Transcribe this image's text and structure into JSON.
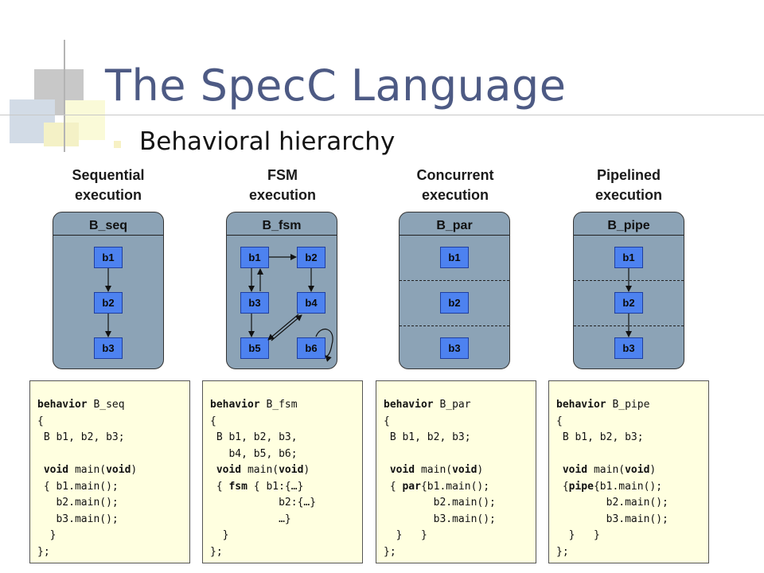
{
  "slide": {
    "title": "The SpecC Language",
    "bullet": "Behavioral hierarchy"
  },
  "columns": [
    {
      "heading": [
        "Sequential",
        "execution"
      ],
      "box_title": "B_seq",
      "nodes": [
        "b1",
        "b2",
        "b3"
      ],
      "code": [
        [
          [
            "behavior",
            true
          ],
          [
            " B_seq",
            false
          ]
        ],
        [
          [
            "{",
            false
          ]
        ],
        [
          [
            " B b1, b2, b3;",
            false
          ]
        ],
        [
          [
            "",
            false
          ]
        ],
        [
          [
            " ",
            false
          ],
          [
            "void",
            true
          ],
          [
            " main(",
            false
          ],
          [
            "void",
            true
          ],
          [
            ")",
            false
          ]
        ],
        [
          [
            " { b1.main();",
            false
          ]
        ],
        [
          [
            "   b2.main();",
            false
          ]
        ],
        [
          [
            "   b3.main();",
            false
          ]
        ],
        [
          [
            "  }",
            false
          ]
        ],
        [
          [
            "};",
            false
          ]
        ]
      ]
    },
    {
      "heading": [
        "FSM",
        "execution"
      ],
      "box_title": "B_fsm",
      "nodes": [
        "b1",
        "b2",
        "b3",
        "b4",
        "b5",
        "b6"
      ],
      "code": [
        [
          [
            "behavior",
            true
          ],
          [
            " B_fsm",
            false
          ]
        ],
        [
          [
            "{",
            false
          ]
        ],
        [
          [
            " B b1, b2, b3,",
            false
          ]
        ],
        [
          [
            "   b4, b5, b6;",
            false
          ]
        ],
        [
          [
            " ",
            false
          ],
          [
            "void",
            true
          ],
          [
            " main(",
            false
          ],
          [
            "void",
            true
          ],
          [
            ")",
            false
          ]
        ],
        [
          [
            " { ",
            false
          ],
          [
            "fsm",
            true
          ],
          [
            " { b1:{…}",
            false
          ]
        ],
        [
          [
            "           b2:{…}",
            false
          ]
        ],
        [
          [
            "           …}",
            false
          ]
        ],
        [
          [
            "  }",
            false
          ]
        ],
        [
          [
            "};",
            false
          ]
        ]
      ]
    },
    {
      "heading": [
        "Concurrent",
        "execution"
      ],
      "box_title": "B_par",
      "nodes": [
        "b1",
        "b2",
        "b3"
      ],
      "code": [
        [
          [
            "behavior",
            true
          ],
          [
            " B_par",
            false
          ]
        ],
        [
          [
            "{",
            false
          ]
        ],
        [
          [
            " B b1, b2, b3;",
            false
          ]
        ],
        [
          [
            "",
            false
          ]
        ],
        [
          [
            " ",
            false
          ],
          [
            "void",
            true
          ],
          [
            " main(",
            false
          ],
          [
            "void",
            true
          ],
          [
            ")",
            false
          ]
        ],
        [
          [
            " { ",
            false
          ],
          [
            "par",
            true
          ],
          [
            "{b1.main();",
            false
          ]
        ],
        [
          [
            "        b2.main();",
            false
          ]
        ],
        [
          [
            "        b3.main();",
            false
          ]
        ],
        [
          [
            "  }   }",
            false
          ]
        ],
        [
          [
            "};",
            false
          ]
        ]
      ]
    },
    {
      "heading": [
        "Pipelined",
        "execution"
      ],
      "box_title": "B_pipe",
      "nodes": [
        "b1",
        "b2",
        "b3"
      ],
      "code": [
        [
          [
            "behavior",
            true
          ],
          [
            " B_pipe",
            false
          ]
        ],
        [
          [
            "{",
            false
          ]
        ],
        [
          [
            " B b1, b2, b3;",
            false
          ]
        ],
        [
          [
            "",
            false
          ]
        ],
        [
          [
            " ",
            false
          ],
          [
            "void",
            true
          ],
          [
            " main(",
            false
          ],
          [
            "void",
            true
          ],
          [
            ")",
            false
          ]
        ],
        [
          [
            " {",
            false
          ],
          [
            "pipe",
            true
          ],
          [
            "{b1.main();",
            false
          ]
        ],
        [
          [
            "        b2.main();",
            false
          ]
        ],
        [
          [
            "        b3.main();",
            false
          ]
        ],
        [
          [
            "  }   }",
            false
          ]
        ],
        [
          [
            "};",
            false
          ]
        ]
      ]
    }
  ]
}
